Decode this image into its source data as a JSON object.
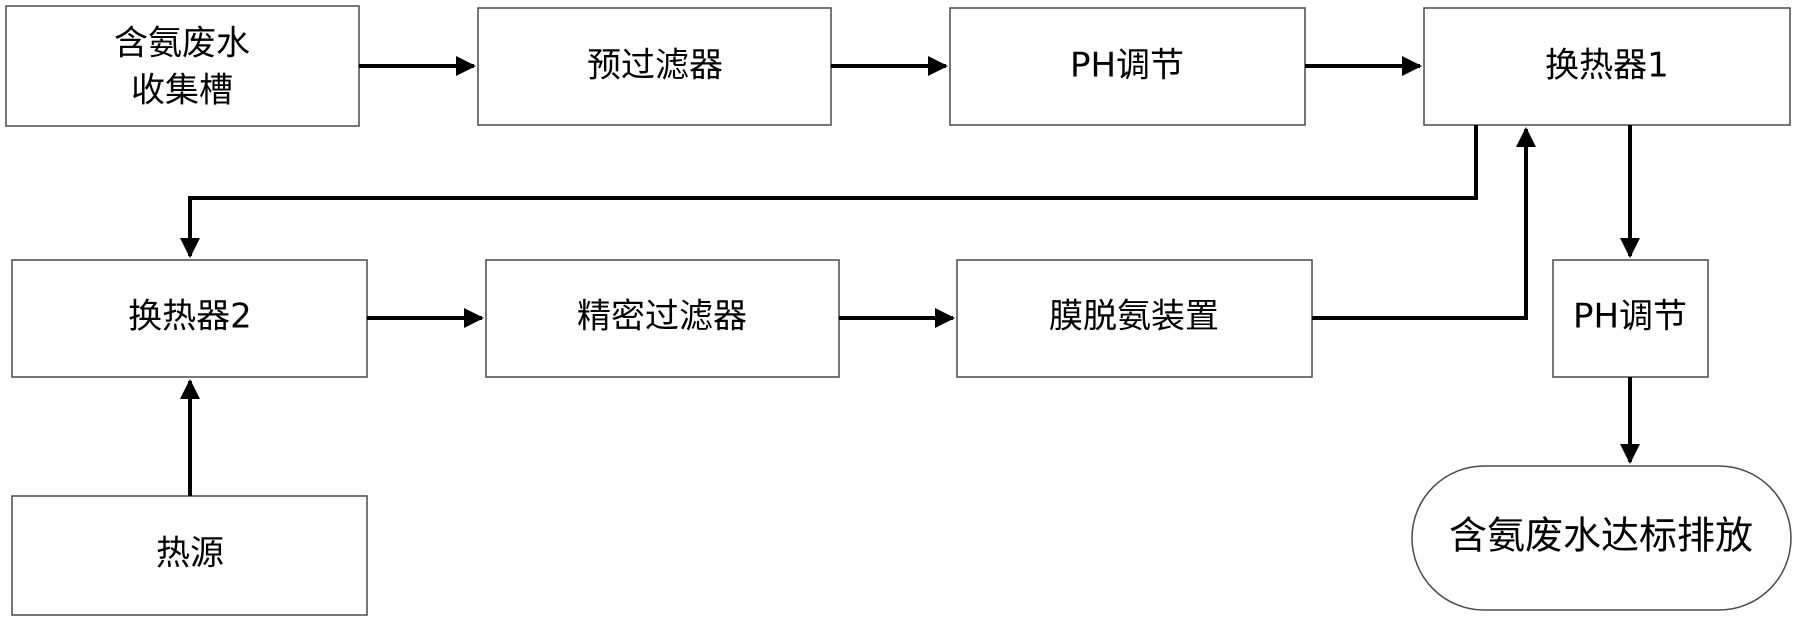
{
  "nodes": {
    "collection_tank": {
      "line1": "含氨废水",
      "line2": "收集槽"
    },
    "pre_filter": {
      "label": "预过滤器"
    },
    "ph_adjust_1": {
      "label": "PH调节"
    },
    "heat_exchanger_1": {
      "label": "换热器1"
    },
    "heat_exchanger_2": {
      "label": "换热器2"
    },
    "precision_filter": {
      "label": "精密过滤器"
    },
    "membrane_deammonia": {
      "label": "膜脱氨装置"
    },
    "ph_adjust_2": {
      "label": "PH调节"
    },
    "heat_source": {
      "label": "热源"
    },
    "discharge": {
      "label": "含氨废水达标排放"
    }
  },
  "colors": {
    "box_border": "#4a4a4a",
    "arrow": "#000000",
    "background": "#ffffff"
  }
}
